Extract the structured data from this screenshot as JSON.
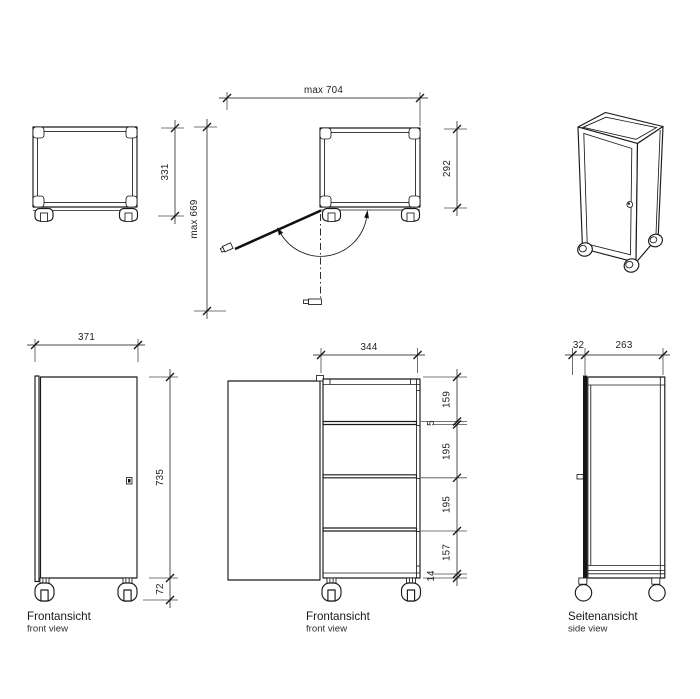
{
  "page": {
    "background": "#ffffff",
    "line_color": "#1a1a1a"
  },
  "views": {
    "plan_closed": {
      "dim_depth": "331"
    },
    "plan_open": {
      "dim_max_width": "max 704",
      "dim_max_depth": "max 669",
      "dim_body_depth": "292"
    },
    "front_closed": {
      "dim_width": "371",
      "dim_height": "735",
      "dim_casters": "72",
      "label_de": "Frontansicht",
      "label_en": "front view"
    },
    "front_open": {
      "dim_width": "344",
      "chain": [
        "159",
        "5",
        "195",
        "195",
        "157",
        "14"
      ],
      "label_de": "Frontansicht",
      "label_en": "front view"
    },
    "side": {
      "dim_door": "32",
      "dim_depth": "263",
      "label_de": "Seitenansicht",
      "label_en": "side view"
    }
  }
}
